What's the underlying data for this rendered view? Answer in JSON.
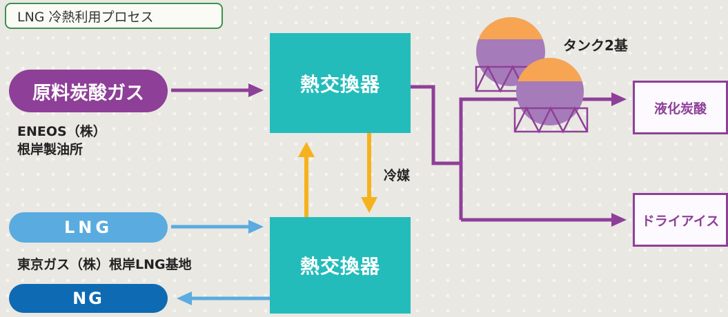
{
  "title": "LNG 冷熱利用プロセス",
  "nodes": {
    "raw_co2": "原料炭酸ガス",
    "lng": "LNG",
    "ng": "NG",
    "hx_top": "熱交換器",
    "hx_bottom": "熱交換器"
  },
  "sources": {
    "eneos_line1": "ENEOS（株）",
    "eneos_line2": "根岸製油所",
    "tokyo_gas": "東京ガス（株）根岸LNG基地"
  },
  "coolant": "冷媒",
  "tanks": "タンク2基",
  "products": {
    "liquid_co2": "液化炭酸",
    "dry_ice": "ドライアイス"
  },
  "colors": {
    "co2_purple": "#8e3f98",
    "lng_light_blue": "#5aabe0",
    "ng_blue": "#0f6ab4",
    "heat_exchanger_teal": "#24bcba",
    "coolant_orange": "#f6b21c",
    "title_border_green": "#3e8f50"
  }
}
